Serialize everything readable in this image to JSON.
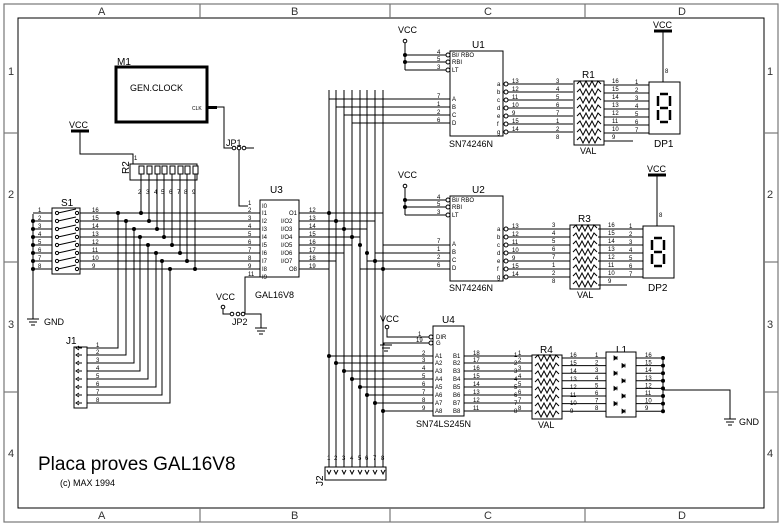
{
  "title": "Placa proves GAL16V8",
  "copyright": "(c) MAX 1994",
  "zones": {
    "columns": [
      "A",
      "B",
      "C",
      "D"
    ],
    "rows": [
      "1",
      "2",
      "3",
      "4"
    ]
  },
  "net_labels": {
    "vcc": "VCC",
    "gnd": "GND"
  },
  "components": {
    "M1": {
      "ref": "M1",
      "value": "GEN.CLOCK",
      "pin": "CLK"
    },
    "R2": {
      "ref": "R2",
      "pins": [
        "1",
        "2",
        "3",
        "4",
        "5",
        "6",
        "7",
        "8",
        "9"
      ]
    },
    "S1": {
      "ref": "S1",
      "left_pins": [
        "1",
        "2",
        "3",
        "4",
        "5",
        "6",
        "7",
        "8"
      ],
      "right_pins": [
        "16",
        "15",
        "14",
        "13",
        "12",
        "11",
        "10",
        "9"
      ]
    },
    "JP1": {
      "ref": "JP1"
    },
    "JP2": {
      "ref": "JP2"
    },
    "J1": {
      "ref": "J1",
      "pins": [
        "1",
        "2",
        "3",
        "4",
        "5",
        "6",
        "7",
        "8"
      ]
    },
    "J2": {
      "ref": "J2",
      "pins": [
        "1",
        "2",
        "3",
        "4",
        "5",
        "6",
        "7",
        "8"
      ]
    },
    "U3": {
      "ref": "U3",
      "value": "GAL16V8",
      "left_pins": [
        "1",
        "2",
        "3",
        "4",
        "5",
        "6",
        "7",
        "8",
        "9",
        "11"
      ],
      "left_names": [
        "I0",
        "I1",
        "I2",
        "I3",
        "I4",
        "I5",
        "I6",
        "I7",
        "I8",
        "I9"
      ],
      "right_pins": [
        "12",
        "13",
        "14",
        "15",
        "16",
        "17",
        "18",
        "19"
      ],
      "right_names": [
        "O1",
        "I/O2",
        "I/O3",
        "I/O4",
        "I/O5",
        "I/O6",
        "I/O7",
        "O8"
      ]
    },
    "U1": {
      "ref": "U1",
      "value": "SN74246N",
      "ctrl_pins": [
        "4",
        "5",
        "3"
      ],
      "ctrl_names": [
        "BI/ RBO",
        "RBI",
        "LT"
      ],
      "in_pins": [
        "7",
        "1",
        "2",
        "6"
      ],
      "in_names": [
        "A",
        "B",
        "C",
        "D"
      ],
      "out_pins": [
        "13",
        "12",
        "11",
        "10",
        "9",
        "15",
        "14"
      ],
      "out_names": [
        "a",
        "b",
        "c",
        "d",
        "e",
        "f",
        "g"
      ]
    },
    "U2": {
      "ref": "U2",
      "value": "SN74246N",
      "ctrl_pins": [
        "4",
        "5",
        "3"
      ],
      "ctrl_names": [
        "BI/ RBO",
        "RBI",
        "LT"
      ],
      "in_pins": [
        "7",
        "1",
        "2",
        "6"
      ],
      "in_names": [
        "A",
        "B",
        "C",
        "D"
      ],
      "out_pins": [
        "13",
        "12",
        "11",
        "10",
        "9",
        "15",
        "14"
      ],
      "out_names": [
        "a",
        "b",
        "c",
        "d",
        "e",
        "f",
        "g"
      ]
    },
    "R1": {
      "ref": "R1",
      "value": "VAL",
      "left_pins": [
        "3",
        "4",
        "5",
        "6",
        "7",
        "1",
        "2",
        "8"
      ],
      "right_pins": [
        "16",
        "15",
        "14",
        "13",
        "12",
        "11",
        "10",
        "9"
      ]
    },
    "R3": {
      "ref": "R3",
      "value": "VAL",
      "left_pins": [
        "3",
        "4",
        "5",
        "6",
        "7",
        "1",
        "2",
        "8"
      ],
      "right_pins": [
        "16",
        "15",
        "14",
        "13",
        "12",
        "11",
        "10",
        "9"
      ]
    },
    "DP1": {
      "ref": "DP1",
      "pins": [
        "1",
        "2",
        "3",
        "4",
        "5",
        "6",
        "7"
      ],
      "common_pin": "8",
      "digit": "8"
    },
    "DP2": {
      "ref": "DP2",
      "pins": [
        "1",
        "2",
        "3",
        "4",
        "5",
        "6",
        "7"
      ],
      "common_pin": "8",
      "digit": "8"
    },
    "U4": {
      "ref": "U4",
      "value": "SN74LS245N",
      "ctrl_pins": [
        "1",
        "19"
      ],
      "ctrl_names": [
        "DIR",
        "G"
      ],
      "a_pins": [
        "2",
        "3",
        "4",
        "5",
        "6",
        "7",
        "8",
        "9"
      ],
      "a_names": [
        "A1",
        "A2",
        "A3",
        "A4",
        "A5",
        "A6",
        "A7",
        "A8"
      ],
      "b_pins": [
        "18",
        "17",
        "16",
        "15",
        "14",
        "13",
        "12",
        "11"
      ],
      "b_names": [
        "B1",
        "B2",
        "B3",
        "B4",
        "B5",
        "B6",
        "B7",
        "B8"
      ]
    },
    "R4": {
      "ref": "R4",
      "value": "VAL",
      "left_pins": [
        "1",
        "2",
        "3",
        "4",
        "5",
        "6",
        "7",
        "8"
      ],
      "right_pins": [
        "16",
        "15",
        "14",
        "13",
        "12",
        "11",
        "10",
        "9"
      ]
    },
    "L1": {
      "ref": "L1",
      "left_pins": [
        "1",
        "2",
        "3",
        "4",
        "5",
        "6",
        "7",
        "8"
      ],
      "right_pins": [
        "16",
        "15",
        "14",
        "13",
        "12",
        "11",
        "10",
        "9"
      ]
    }
  }
}
